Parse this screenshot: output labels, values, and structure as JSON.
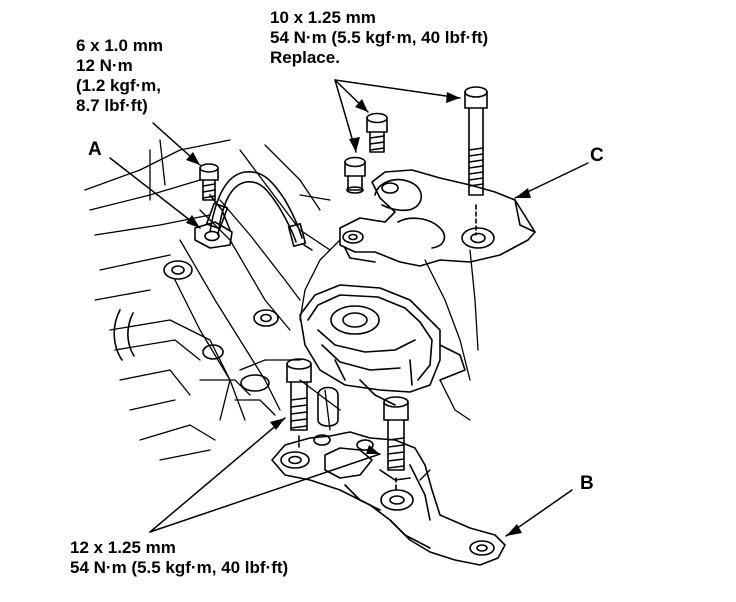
{
  "annotations": {
    "top_left": [
      "6 x 1.0 mm",
      "12 N·m",
      "(1.2 kgf·m,",
      "8.7 lbf·ft)"
    ],
    "top_right": [
      "10 x 1.25 mm",
      "54 N·m (5.5 kgf·m, 40 lbf·ft)",
      "Replace."
    ],
    "bottom_left": [
      "12 x 1.25 mm",
      "54 N·m (5.5 kgf·m, 40 lbf·ft)"
    ]
  },
  "callouts": {
    "a": "A",
    "b": "B",
    "c": "C"
  },
  "colors": {
    "ink": "#000000",
    "paper": "#ffffff"
  }
}
